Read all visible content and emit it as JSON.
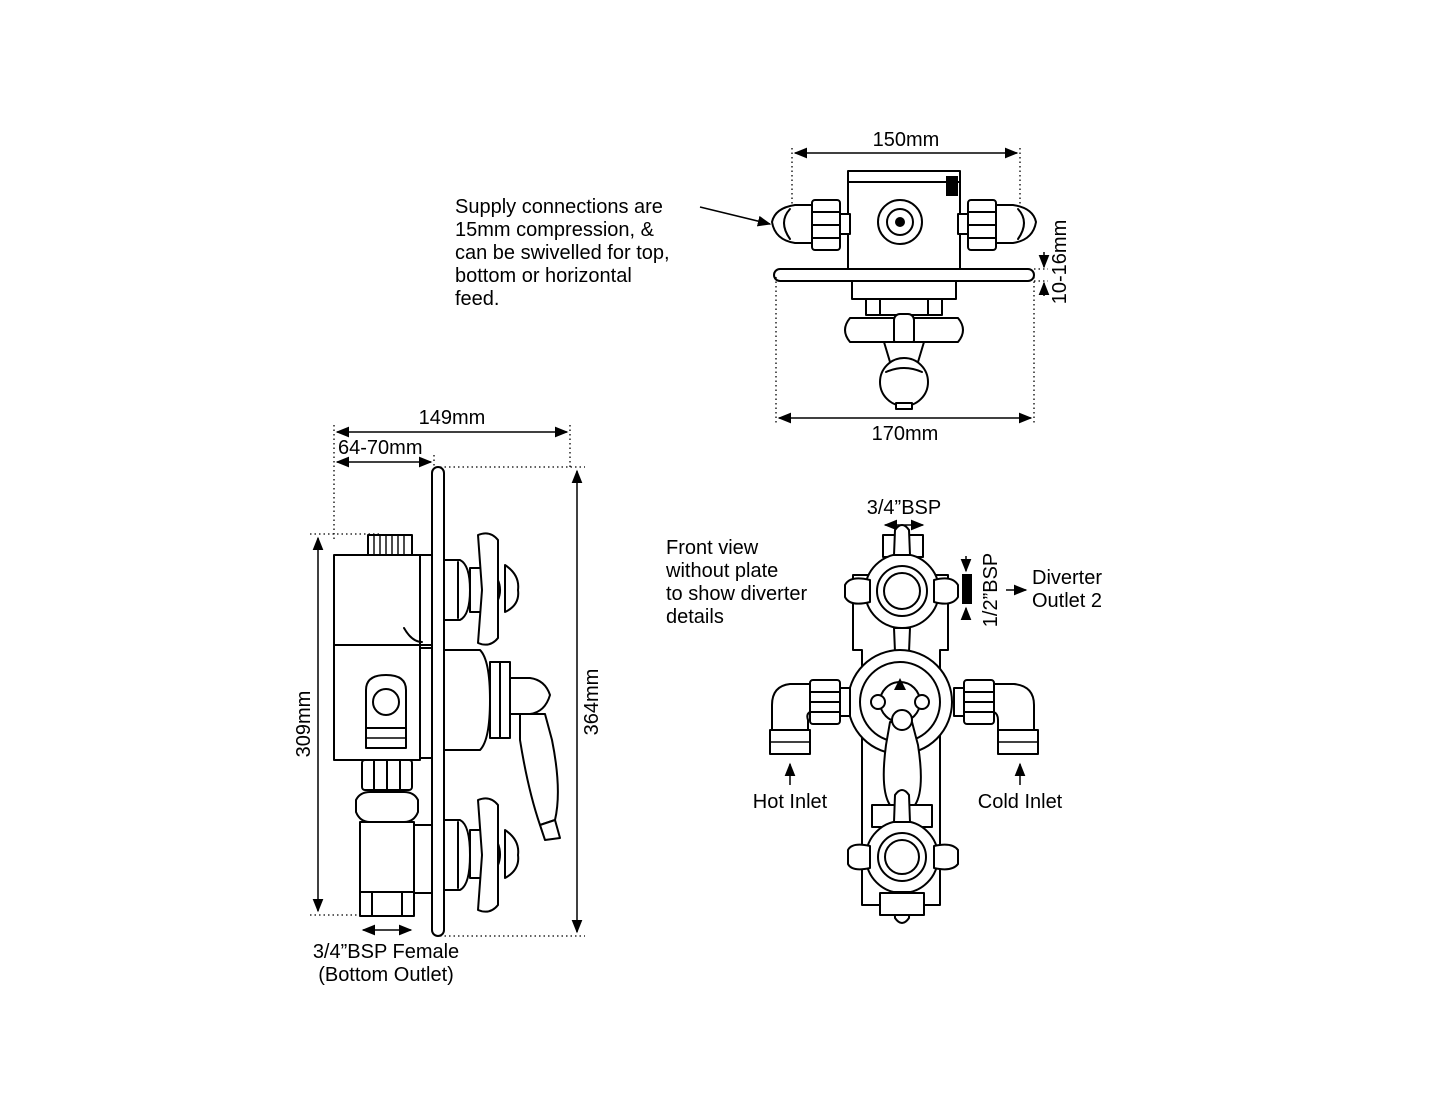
{
  "top_view": {
    "width_label": "150mm",
    "plate_label": "170mm",
    "depth_label": "10-16mm",
    "note_lines": [
      "Supply connections are",
      "15mm compression, &",
      "can be swivelled for top,",
      "bottom or horizontal",
      "feed."
    ]
  },
  "side_view": {
    "overall_depth_label": "149mm",
    "wall_depth_label": "64-70mm",
    "body_height_label": "309mm",
    "plate_height_label": "364mm",
    "outlet_lines": [
      "3/4”BSP Female",
      "(Bottom Outlet)"
    ]
  },
  "front_view": {
    "note_lines": [
      "Front view",
      "without plate",
      "to show diverter",
      "details"
    ],
    "top_outlet_label": "3/4”BSP",
    "side_outlet_label": "1/2”BSP",
    "diverter_lines": [
      "Diverter",
      "Outlet 2"
    ],
    "hot_inlet_label": "Hot Inlet",
    "cold_inlet_label": "Cold Inlet"
  }
}
